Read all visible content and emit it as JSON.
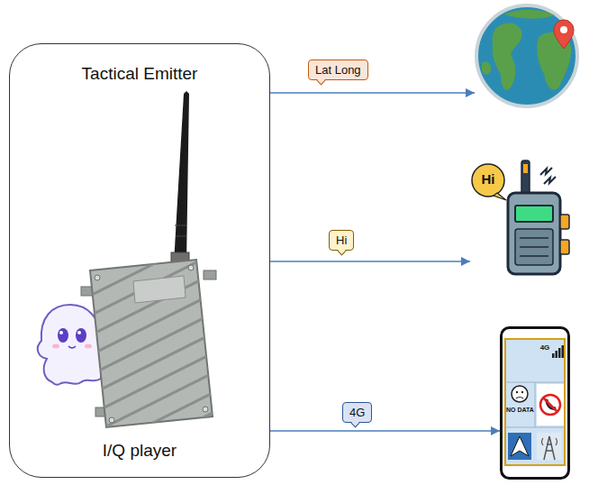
{
  "diagram": {
    "nodes": [
      {
        "text": [
          "Tactical Emitter",
          "I/Q player"
        ]
      },
      {
        "text": [
          "Hi"
        ]
      },
      {
        "text": [
          "4G",
          "NO DATA"
        ]
      }
    ],
    "edges": [
      {
        "from": 0,
        "to": 1,
        "arrow": "to",
        "label": "Hi"
      },
      {
        "from": 0,
        "to": 2,
        "arrow": "to",
        "label": "4G"
      }
    ],
    "labels": [
      "Lat Long"
    ]
  }
}
